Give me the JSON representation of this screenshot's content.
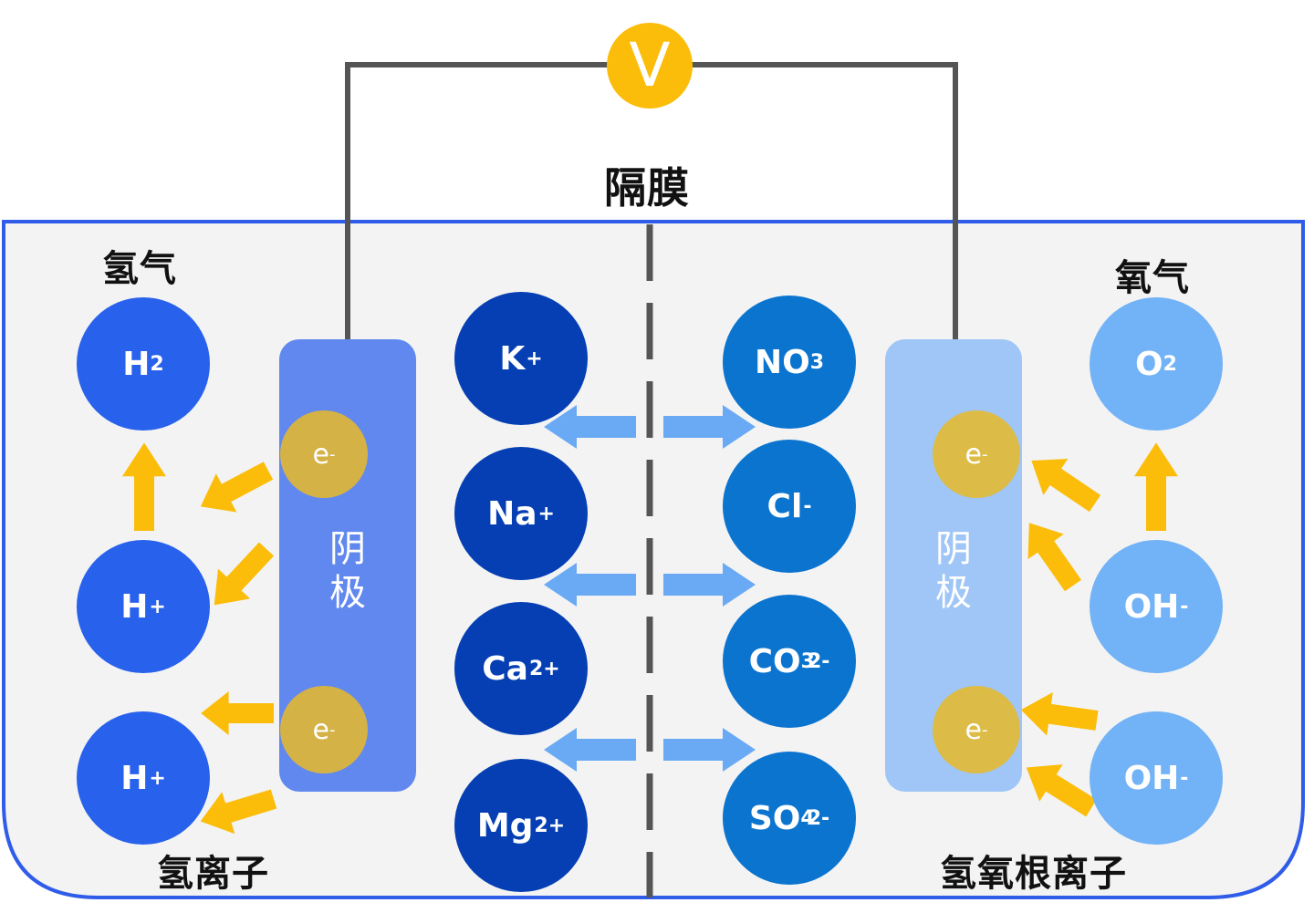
{
  "colors": {
    "wire": "#555555",
    "tank_border": "#2f5ce8",
    "tank_fill": "#f3f3f3",
    "voltmeter": "#fbbd0a",
    "yellow_arrow": "#fbbd0a",
    "blue_arrow": "#6aaaf5",
    "electron": "#d4b245",
    "hydrogen_ion": "#2861ec",
    "cation": "#053fb3",
    "anion": "#0b74cf",
    "hydroxide": "#72b2f6",
    "cathode_left": "#6188ef",
    "electrode_right": "#9fc6f6",
    "membrane": "#555555"
  },
  "voltmeter": {
    "symbol": "V"
  },
  "labels": {
    "membrane": "隔膜",
    "hydrogen_gas": "氢气",
    "oxygen_gas": "氧气",
    "hydrogen_ion": "氢离子",
    "hydroxide_ion": "氢氧根离子"
  },
  "electrodes": {
    "left": {
      "label_line1": "阴",
      "label_line2": "极"
    },
    "right": {
      "label_line1": "阴",
      "label_line2": "极"
    }
  },
  "electron": {
    "base": "e",
    "charge": "-"
  },
  "left_species": [
    {
      "base": "H",
      "sub": "2",
      "sup": ""
    },
    {
      "base": "H",
      "sub": "",
      "sup": "+"
    },
    {
      "base": "H",
      "sub": "",
      "sup": "+"
    }
  ],
  "cations": [
    {
      "base": "K",
      "sub": "",
      "sup": "+"
    },
    {
      "base": "Na",
      "sub": "",
      "sup": "+"
    },
    {
      "base": "Ca",
      "sub": "",
      "sup": "2+"
    },
    {
      "base": "Mg",
      "sub": "",
      "sup": "2+"
    }
  ],
  "anions": [
    {
      "base": "NO",
      "sub": "3",
      "sup": ""
    },
    {
      "base": "Cl",
      "sub": "",
      "sup": "-"
    },
    {
      "base": "CO",
      "sub": "3",
      "sup": "2-"
    },
    {
      "base": "SO",
      "sub": "4",
      "sup": "2-"
    }
  ],
  "right_species": [
    {
      "base": "O",
      "sub": "2",
      "sup": ""
    },
    {
      "base": "OH",
      "sub": "",
      "sup": "-"
    },
    {
      "base": "OH",
      "sub": "",
      "sup": "-"
    }
  ]
}
